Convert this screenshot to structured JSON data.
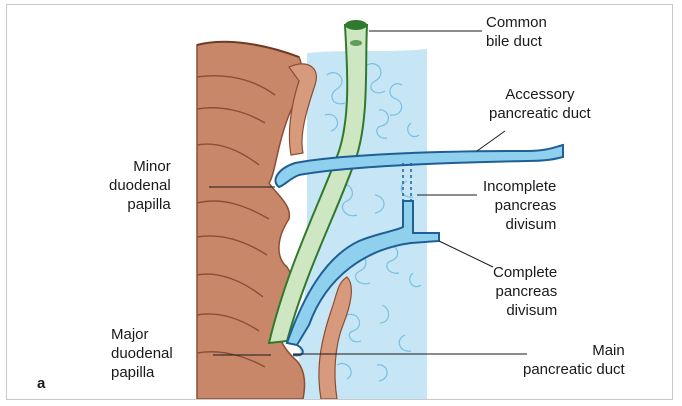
{
  "panel_label": "a",
  "labels": {
    "common_bile_duct": [
      "Common",
      "bile duct"
    ],
    "accessory_pancreatic_duct": [
      "Accessory",
      "pancreatic duct"
    ],
    "minor_duodenal_papilla": [
      "Minor",
      "duodenal",
      "papilla"
    ],
    "incomplete_pancreas_divisum": [
      "Incomplete",
      "pancreas",
      "divisum"
    ],
    "complete_pancreas_divisum": [
      "Complete",
      "pancreas",
      "divisum"
    ],
    "major_duodenal_papilla": [
      "Major",
      "duodenal",
      "papilla"
    ],
    "main_pancreatic_duct": [
      "Main",
      "pancreatic duct"
    ]
  },
  "colors": {
    "duodenum_wall": "#c9876a",
    "duodenum_fold": "#b06f54",
    "pancreas_tissue": "#c6e6f6",
    "pancreas_lobule_line": "#5fb3dc",
    "bile_duct": "#cfe6c2",
    "bile_duct_outline": "#2f7a2c",
    "pancreatic_duct": "#8fd0ee",
    "pancreatic_duct_outline": "#1f5f95",
    "leader_line": "#1a1a1a"
  }
}
